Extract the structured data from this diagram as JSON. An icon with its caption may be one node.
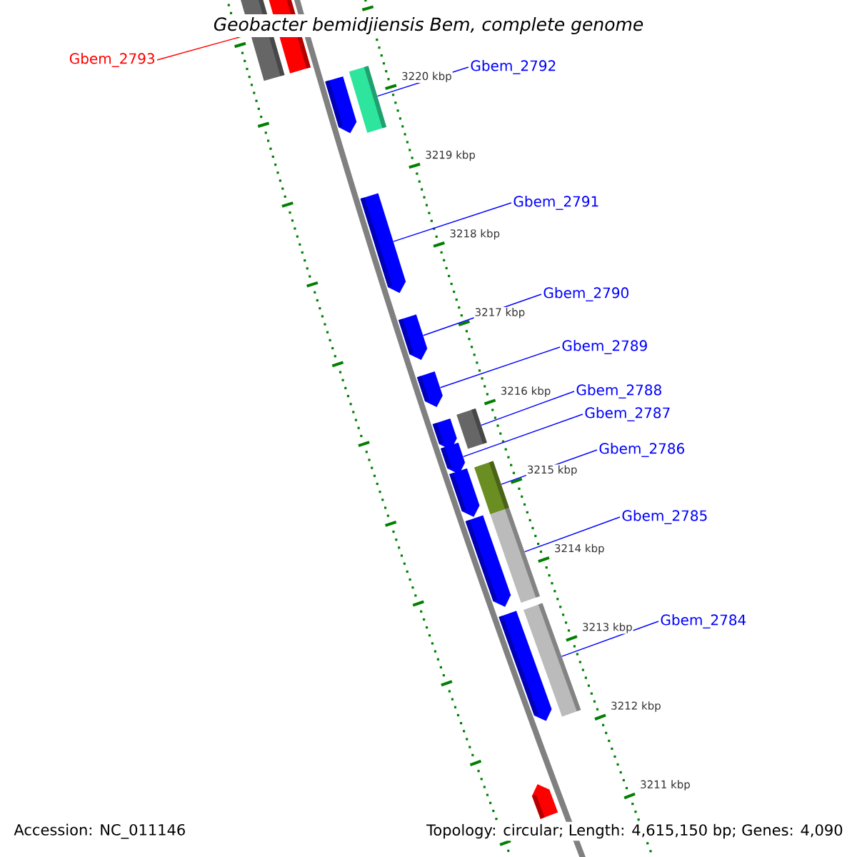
{
  "diagram": {
    "title": "Geobacter bemidjiensis Bem, complete genome",
    "nodes": [
      {
        "text": [
          "Gbem_2793"
        ]
      },
      {
        "text": [
          "Gbem_2792"
        ]
      },
      {
        "text": [
          "Gbem_2791"
        ]
      },
      {
        "text": [
          "Gbem_2790"
        ]
      },
      {
        "text": [
          "Gbem_2789"
        ]
      },
      {
        "text": [
          "Gbem_2788"
        ]
      },
      {
        "text": [
          "Gbem_2787"
        ]
      },
      {
        "text": [
          "Gbem_2786"
        ]
      },
      {
        "text": [
          "Gbem_2785"
        ]
      },
      {
        "text": [
          "Gbem_2784"
        ]
      },
      {
        "text": [],
        "shape": "box"
      },
      {
        "text": [],
        "shape": "box"
      },
      {
        "text": [],
        "shape": "pentagon"
      },
      {
        "text": [],
        "shape": "box"
      },
      {
        "text": [],
        "shape": "pentagon"
      },
      {
        "text": [],
        "shape": "pentagon"
      },
      {
        "text": [],
        "shape": "pentagon"
      },
      {
        "text": [],
        "shape": "box"
      },
      {
        "text": [],
        "shape": "pentagon"
      },
      {
        "text": [],
        "shape": "pentagon"
      },
      {
        "text": [],
        "shape": "box"
      },
      {
        "text": [],
        "shape": "pentagon"
      },
      {
        "text": [],
        "shape": "box"
      },
      {
        "text": [],
        "shape": "pentagon"
      },
      {
        "text": [],
        "shape": "box"
      },
      {
        "text": [],
        "shape": "pentagon"
      },
      {
        "text": [],
        "shape": "pentagon"
      }
    ],
    "edges": [
      {
        "from": 0,
        "to": 10,
        "arrow": "none",
        "color": "#ff0000"
      },
      {
        "from": 1,
        "to": 13,
        "arrow": "none"
      },
      {
        "from": 2,
        "to": 14,
        "arrow": "none"
      },
      {
        "from": 3,
        "to": 15,
        "arrow": "none"
      },
      {
        "from": 4,
        "to": 16,
        "arrow": "none"
      },
      {
        "from": 5,
        "to": 17,
        "arrow": "none"
      },
      {
        "from": 6,
        "to": 19,
        "arrow": "none"
      },
      {
        "from": 7,
        "to": 20,
        "arrow": "none"
      },
      {
        "from": 8,
        "to": 22,
        "arrow": "none"
      },
      {
        "from": 9,
        "to": 24,
        "arrow": "none"
      }
    ],
    "labels": [
      "3220 kbp",
      "3219 kbp",
      "3218 kbp",
      "3217 kbp",
      "3216 kbp",
      "3215 kbp",
      "3214 kbp",
      "3213 kbp",
      "3212 kbp",
      "3211 kbp",
      "Accession: NC_011146",
      "Topology: circular; Length: 4,615,150 bp; Genes: 4,090"
    ]
  }
}
